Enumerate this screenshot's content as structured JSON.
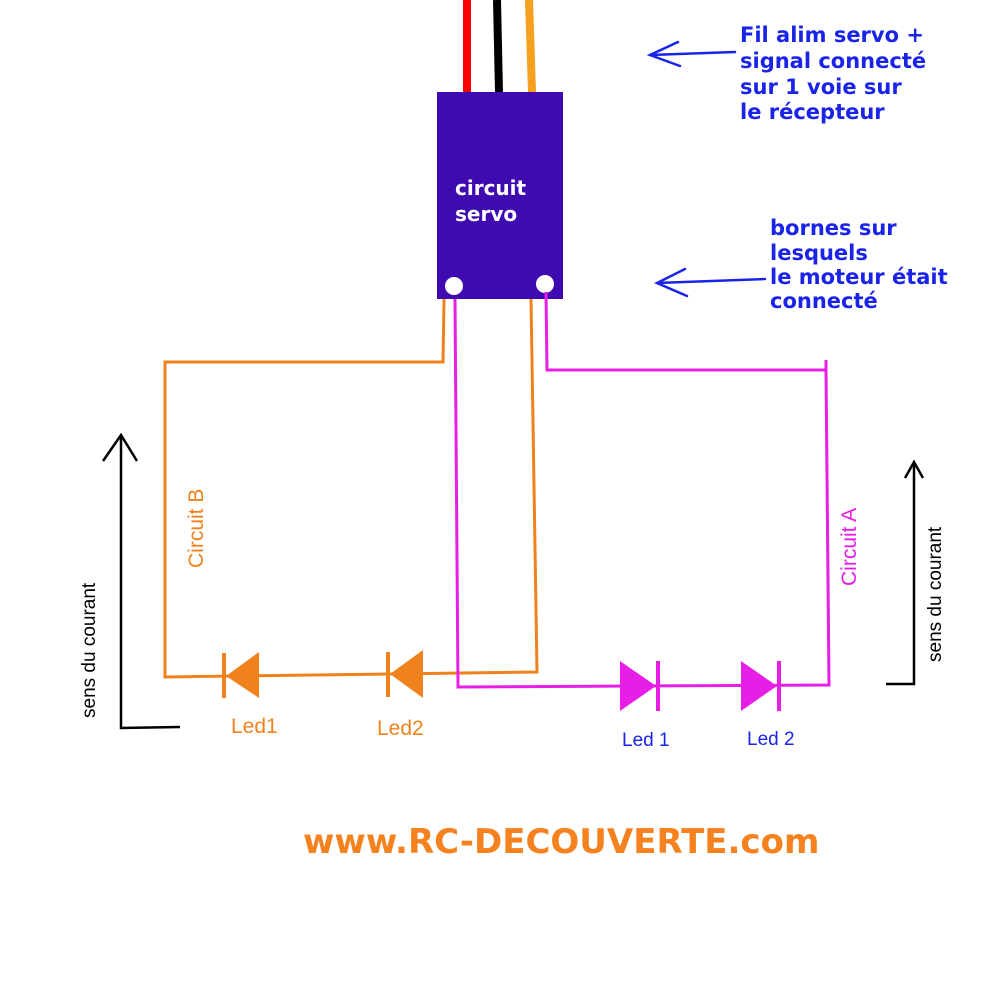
{
  "servo": {
    "label_line1": "circuit",
    "label_line2": "servo"
  },
  "notes": {
    "wire_note": [
      "Fil alim servo +",
      "signal connecté",
      "sur 1 voie sur",
      "le récepteur"
    ],
    "terminal_note": [
      "bornes sur",
      "lesquels",
      "le moteur était",
      "connecté"
    ]
  },
  "circuit_b": {
    "label": "Circuit B",
    "led1": "Led1",
    "led2": "Led2"
  },
  "circuit_a": {
    "label": "Circuit A",
    "led1": "Led 1",
    "led2": "Led 2"
  },
  "current_direction_label": "sens du courant",
  "website": "www.RC-DECOUVERTE.com",
  "colors": {
    "servo_body": "#3f0bb0",
    "circuit_b": "#f0821e",
    "circuit_a": "#e61ee6",
    "note_text": "#1a23e8",
    "website": "#f5821e",
    "wire_red": "#ff0000",
    "wire_black": "#000000",
    "wire_orange": "#f5a01e"
  }
}
